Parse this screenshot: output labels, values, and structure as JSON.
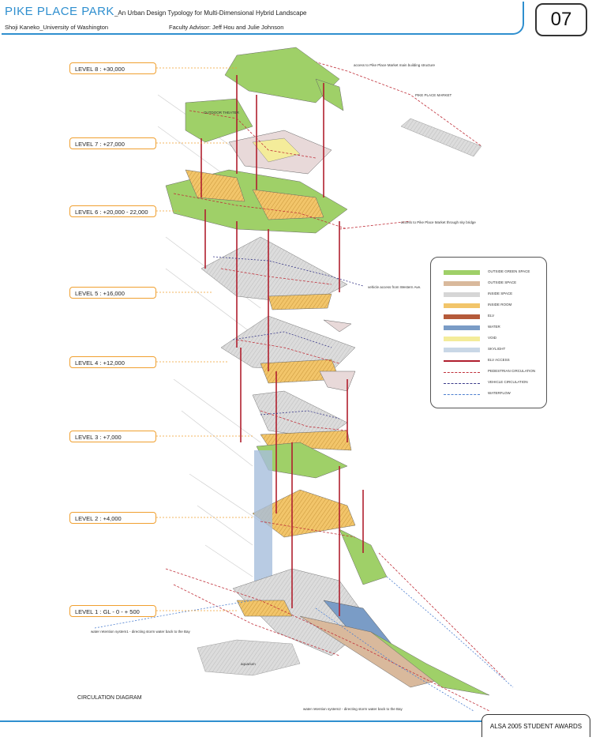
{
  "header": {
    "title": "PIKE PLACE PARK",
    "subtitle": "_An Urban Design Typology for Multi-Dimensional Hybrid Landscape",
    "author": "Shoji Kaneko_University of Washington",
    "advisor": "Faculty Advisor: Jeff Hou and Julie Johnson",
    "page_number": "07"
  },
  "levels": [
    {
      "label": "LEVEL 8 :   +30,000"
    },
    {
      "label": "LEVEL 7 :   +27,000"
    },
    {
      "label": "LEVEL 6 :   +20,000 - 22,000"
    },
    {
      "label": "LEVEL 5 :   +16,000"
    },
    {
      "label": "LEVEL 4 :   +12,000"
    },
    {
      "label": "LEVEL 3 :   +7,000"
    },
    {
      "label": "LEVEL 2 :   +4,000"
    },
    {
      "label": "LEVEL 1 :   GL - 0 - + 500"
    }
  ],
  "annotations": {
    "market_building": "access to Pike Place Market main building structure",
    "pike_place_market": "PIKE PLACE MARKET",
    "sky_bridge": "access to Pike Place Market through sky bridge",
    "vehicle_access": "vehicle access from Western Ave.",
    "water_system_1": "water retention system1 - directing storm water back to the Bay",
    "water_system_2": "water retention system2 - directing storm water back to the Bay",
    "outdoor_theater": "OUTDOOR THEATER",
    "aquarium": "aquarium"
  },
  "legend": [
    {
      "label": "OUTSIDE GREEN SPACE",
      "color": "#9fd068",
      "kind": "fill"
    },
    {
      "label": "OUTSIDE SPACE",
      "color": "#d9b99c",
      "kind": "fill"
    },
    {
      "label": "INSIDE SPACE",
      "color": "#d6d6d6",
      "kind": "fill"
    },
    {
      "label": "INSIDE ROOM",
      "color": "#f2c56a",
      "kind": "fill"
    },
    {
      "label": "ELV",
      "color": "#b55a3a",
      "kind": "fill"
    },
    {
      "label": "WATER",
      "color": "#7a9cc6",
      "kind": "fill"
    },
    {
      "label": "VOID",
      "color": "#f4ec9a",
      "kind": "fill"
    },
    {
      "label": "SKYLIGHT",
      "color": "#c9d7e6",
      "kind": "fill"
    },
    {
      "label": "ELV ACCESS",
      "color": "#b01f2e",
      "kind": "solid"
    },
    {
      "label": "PEDESTRIAN CIRCULATION",
      "color": "#c0303a",
      "kind": "dash-arrow"
    },
    {
      "label": "VEHICLE CIRCULATION",
      "color": "#3a3a8a",
      "kind": "dash-arrow"
    },
    {
      "label": "WATERFLOW",
      "color": "#4d7fd0",
      "kind": "dash-arrow"
    }
  ],
  "caption": "CIRCULATION DIAGRAM",
  "footer": "ALSA 2005 STUDENT AWARDS"
}
